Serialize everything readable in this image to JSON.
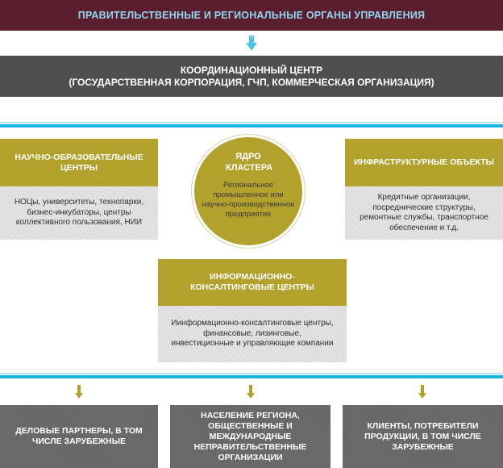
{
  "diagram": {
    "top": {
      "label": "ПРАВИТЕЛЬСТВЕННЫЕ И РЕГИОНАЛЬНЫЕ ОРГАНЫ УПРАВЛЕНИЯ"
    },
    "coordination": {
      "line1": "КООРДИНАЦИОННЫЙ ЦЕНТР",
      "line2": "(ГОСУДАРСТВЕННАЯ КОРПОРАЦИЯ, ГЧП, КОММЕРЧЕСКАЯ ОРГАНИЗАЦИЯ)"
    },
    "science": {
      "title": "НАУЧНО-ОБРАЗОВАТЕЛЬНЫЕ ЦЕНТРЫ",
      "text": "НОЦы, университеты, технопарки, бизнес-инкубаторы, центры коллективного пользования, НИИ"
    },
    "core": {
      "title": "ЯДРО КЛАСТЕРА",
      "text": "Региональное промышленное или научно-производственное предприятие"
    },
    "infra": {
      "title": "ИНФРАСТРУКТУРНЫЕ ОБЪЕКТЫ",
      "text": "Кредитные организации, посреднические структуры, ремонтные службы, транспортное обеспечение и т.д."
    },
    "consulting": {
      "title": "ИНФОРМАЦИОННО-КОНСАЛТИНГОВЫЕ ЦЕНТРЫ",
      "text": "Иинформационно-консалтинговые центры, финансовые, лизинговые, инвестиционные и управляющие компании"
    },
    "bottom": [
      {
        "label": "ДЕЛОВЫЕ ПАРТНЕРЫ, В ТОМ ЧИСЛЕ ЗАРУБЕЖНЫЕ"
      },
      {
        "label": "НАСЕЛЕНИЕ РЕГИОНА, ОБЩЕСТВЕННЫЕ И МЕЖДУНАРОДНЫЕ НЕПРАВИТЕЛЬСТВЕННЫЕ ОРГАНИЗАЦИИ"
      },
      {
        "label": "КЛИЕНТЫ, ПОТРЕБИТЕЛИ ПРОДУКЦИИ, В ТОМ ЧИСЛЕ ЗАРУБЕЖНЫЕ"
      }
    ],
    "colors": {
      "top_bar": "#5b1e2e",
      "top_text": "#8fd8f0",
      "coord_bar": "#4e4e4e",
      "olive": "#b3a12e",
      "separator": "#19b4e0",
      "down_arrow": "#b3a12e",
      "blue_arrow": "#4fc3e8",
      "bottom_box": "#666666"
    },
    "icons": [
      "blue-down-arrow-icon",
      "olive-down-arrow-icon"
    ]
  }
}
